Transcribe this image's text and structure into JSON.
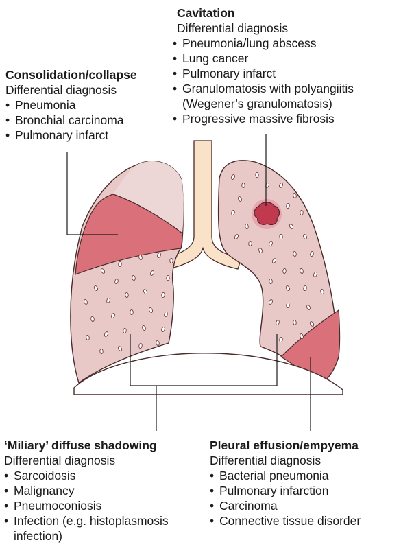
{
  "cavitation": {
    "title": "Cavitation",
    "subtitle": "Differential diagnosis",
    "items": [
      "Pneumonia/lung abscess",
      "Lung cancer",
      "Pulmonary infarct",
      "Granulomatosis with polyangiitis",
      "Progressive massive fibrosis"
    ],
    "item_continuation": "(Wegener’s granulomatosis)"
  },
  "consolidation": {
    "title": "Consolidation/collapse",
    "subtitle": "Differential diagnosis",
    "items": [
      "Pneumonia",
      "Bronchial carcinoma",
      "Pulmonary infarct"
    ]
  },
  "miliary": {
    "title": "‘Miliary’ diffuse shadowing",
    "subtitle": "Differential diagnosis",
    "items": [
      "Sarcoidosis",
      "Malignancy",
      "Pneumoconiosis",
      "Infection (e.g. histoplasmosis"
    ],
    "item_continuation": "infection)"
  },
  "pleural": {
    "title": "Pleural effusion/empyema",
    "subtitle": "Differential diagnosis",
    "items": [
      "Bacterial pneumonia",
      "Pulmonary infarction",
      "Carcinoma",
      "Connective tissue disorder"
    ]
  },
  "colors": {
    "lung_fill": "#e9c8c8",
    "lung_outline": "#4a2a2a",
    "consolidation_fill": "#d9707a",
    "effusion_fill": "#d9707a",
    "upper_lobe_fill": "#edd0d0",
    "trachea_fill": "#f9e2c8",
    "cavity_fill": "#c0394f"
  }
}
